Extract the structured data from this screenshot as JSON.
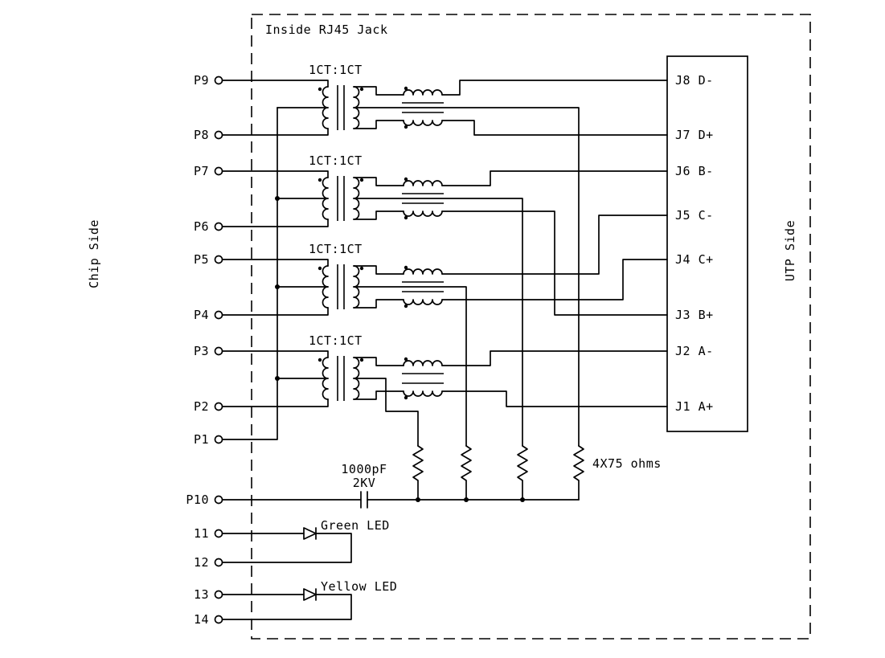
{
  "diagram": {
    "title": "Inside RJ45 Jack",
    "left_side_label": "Chip Side",
    "right_side_label": "UTP Side",
    "transformer_ratio": "1CT:1CT",
    "capacitor_value": "1000pF",
    "capacitor_rating": "2KV",
    "resistor_label": "4X75 ohms",
    "green_led_label": "Green LED",
    "yellow_led_label": "Yellow LED",
    "chip_pins": [
      "P9",
      "P8",
      "P7",
      "P6",
      "P5",
      "P4",
      "P3",
      "P2",
      "P1",
      "P10",
      "11",
      "12",
      "13",
      "14"
    ],
    "utp_pins": [
      "J8 D-",
      "J7 D+",
      "J6 B-",
      "J5 C-",
      "J4 C+",
      "J3 B+",
      "J2 A-",
      "J1 A+"
    ]
  }
}
